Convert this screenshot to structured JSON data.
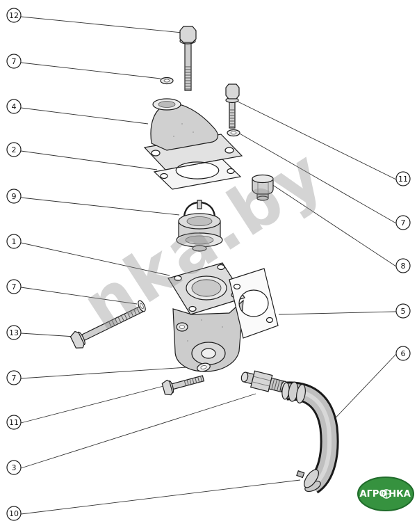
{
  "page": {
    "background": "#ffffff",
    "watermark_text": "nka.by",
    "logo": {
      "text_left": "АГРО",
      "text_right": "НКА",
      "color": "#36923f"
    },
    "colors": {
      "part_fill": "#d6d6d6",
      "line": "#1d1d1d",
      "watermark_gray": "#8f8f8f"
    }
  },
  "callouts": [
    {
      "label": "12"
    },
    {
      "label": "7"
    },
    {
      "label": "4"
    },
    {
      "label": "2"
    },
    {
      "label": "9"
    },
    {
      "label": "1"
    },
    {
      "label": "7"
    },
    {
      "label": "13"
    },
    {
      "label": "7"
    },
    {
      "label": "11"
    },
    {
      "label": "3"
    },
    {
      "label": "10"
    },
    {
      "label": "11"
    },
    {
      "label": "7"
    },
    {
      "label": "8"
    },
    {
      "label": "5"
    },
    {
      "label": "6"
    }
  ]
}
